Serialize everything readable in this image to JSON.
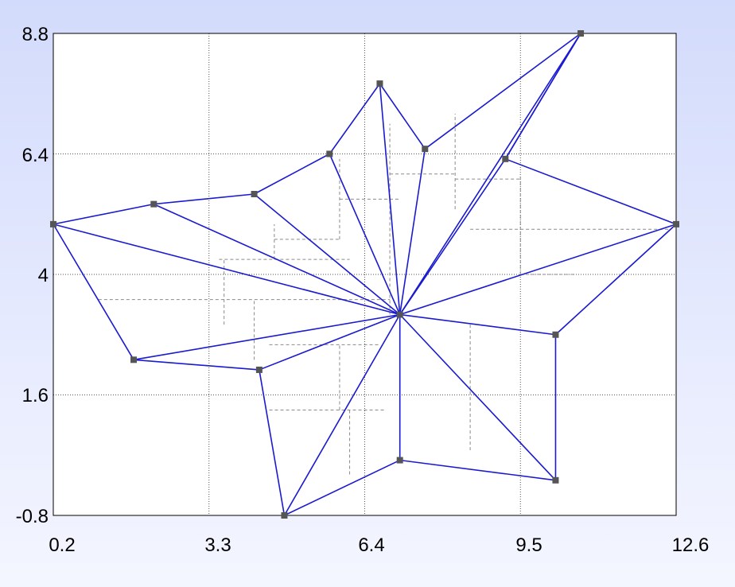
{
  "chart_data": {
    "type": "line",
    "title": "",
    "xlabel": "",
    "ylabel": "",
    "xlim": [
      0.2,
      12.6
    ],
    "ylim": [
      -0.8,
      8.8
    ],
    "x_ticks": [
      "0.2",
      "3.3",
      "6.4",
      "9.5",
      "12.6"
    ],
    "y_ticks": [
      "8.8",
      "6.4",
      "4",
      "1.6",
      "-0.8"
    ],
    "grid": true,
    "colors": {
      "edges": "#1a1ad0",
      "markers": "#555555",
      "grid": "#555555",
      "background": "#ffffff"
    },
    "center": [
      7.1,
      3.2
    ],
    "outline": [
      [
        0.2,
        5.0
      ],
      [
        2.2,
        5.4
      ],
      [
        4.2,
        5.6
      ],
      [
        5.7,
        6.4
      ],
      [
        6.7,
        7.8
      ],
      [
        7.6,
        6.5
      ],
      [
        10.7,
        8.8
      ],
      [
        9.2,
        6.3
      ],
      [
        12.6,
        5.0
      ],
      [
        10.2,
        2.8
      ],
      [
        10.2,
        -0.1
      ],
      [
        7.1,
        0.3
      ],
      [
        4.8,
        -0.8
      ],
      [
        4.3,
        2.1
      ],
      [
        1.8,
        2.3
      ]
    ],
    "inner_edges": [
      [
        [
          9.2,
          6.3
        ],
        [
          10.7,
          8.8
        ]
      ]
    ],
    "dashed_lines": [
      [
        [
          1.1,
          3.5
        ],
        [
          6.9,
          3.5
        ]
      ],
      [
        [
          3.6,
          3.0
        ],
        [
          3.6,
          4.3
        ]
      ],
      [
        [
          3.5,
          4.3
        ],
        [
          6.1,
          4.3
        ]
      ],
      [
        [
          4.6,
          4.3
        ],
        [
          4.6,
          5.0
        ]
      ],
      [
        [
          4.6,
          4.7
        ],
        [
          5.9,
          4.7
        ]
      ],
      [
        [
          5.9,
          4.7
        ],
        [
          5.9,
          6.3
        ]
      ],
      [
        [
          5.9,
          5.5
        ],
        [
          7.1,
          5.5
        ]
      ],
      [
        [
          6.9,
          3.2
        ],
        [
          6.9,
          7.0
        ]
      ],
      [
        [
          6.9,
          6.0
        ],
        [
          8.2,
          6.0
        ]
      ],
      [
        [
          8.2,
          5.3
        ],
        [
          8.2,
          7.2
        ]
      ],
      [
        [
          8.2,
          5.9
        ],
        [
          9.5,
          5.9
        ]
      ],
      [
        [
          9.5,
          4.0
        ],
        [
          9.5,
          6.0
        ]
      ],
      [
        [
          9.5,
          4.0
        ],
        [
          10.6,
          4.0
        ]
      ],
      [
        [
          8.5,
          4.9
        ],
        [
          12.5,
          4.9
        ]
      ],
      [
        [
          8.5,
          3.0
        ],
        [
          8.5,
          0.5
        ]
      ],
      [
        [
          7.1,
          0.9
        ],
        [
          7.1,
          3.2
        ]
      ],
      [
        [
          4.5,
          1.3
        ],
        [
          6.8,
          1.3
        ]
      ],
      [
        [
          5.9,
          1.3
        ],
        [
          5.9,
          2.6
        ]
      ],
      [
        [
          4.5,
          2.6
        ],
        [
          6.7,
          2.6
        ]
      ],
      [
        [
          6.1,
          1.3
        ],
        [
          6.1,
          0.0
        ]
      ],
      [
        [
          4.2,
          2.3
        ],
        [
          4.2,
          3.5
        ]
      ]
    ]
  }
}
